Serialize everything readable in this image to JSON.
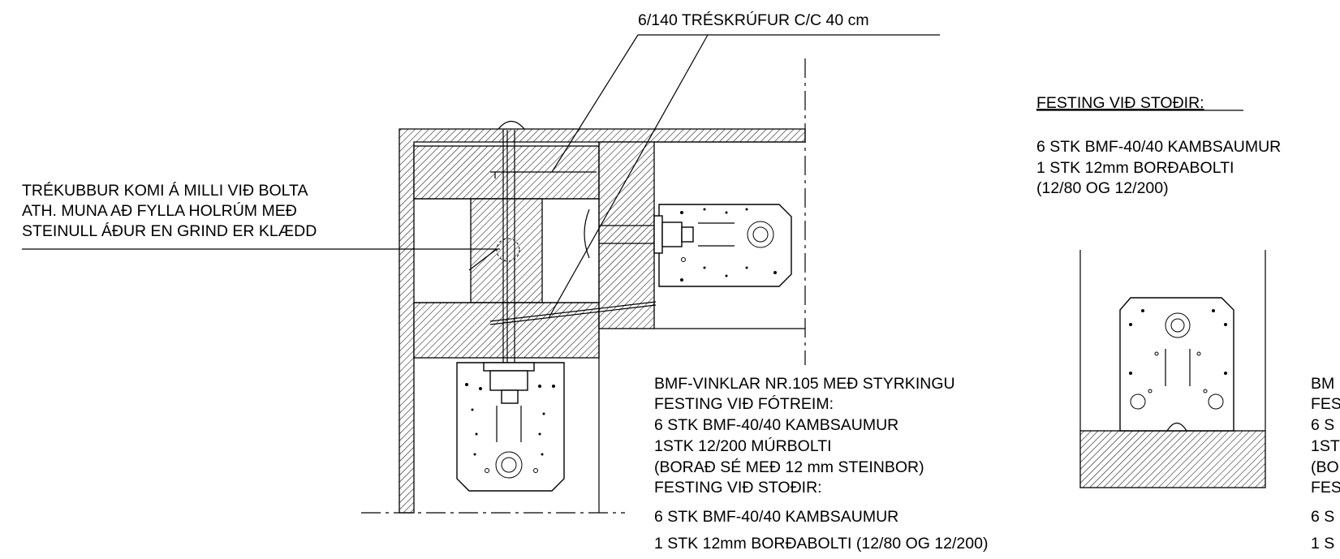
{
  "labels": {
    "screws": "6/140 TRÉSKRÚFUR C/C 40 cm",
    "block": [
      "TRÉKUBBUR KOMI Á MILLI VIÐ BOLTA",
      "ATH. MUNA AÐ FYLLA HOLRÚM MEÐ",
      "STEINULL ÁÐUR EN GRIND ER KLÆDD"
    ],
    "spec_main": [
      "BMF-VINKLAR NR.105 MEÐ STYRKINGU",
      "FESTING VIÐ FÓTREIM:",
      "6 STK BMF-40/40 KAMBSAUMUR",
      "1STK 12/200 MÚRBOLTI",
      "(BORAÐ SÉ MEÐ 12 mm STEINBOR)",
      "FESTING VIÐ STOÐIR:",
      "6 STK BMF-40/40 KAMBSAUMUR",
      "1 STK 12mm BORÐABOLTI (12/80 OG 12/200)"
    ],
    "spec_right_heading": "FESTING VIÐ STOÐIR:",
    "spec_right": [
      "6 STK BMF-40/40 KAMBSAUMUR",
      "1 STK 12mm BORÐABOLTI",
      "(12/80 OG 12/200)"
    ],
    "spec_cut": [
      "BM",
      "FES",
      "6 S",
      "1ST",
      "(BO",
      "FES",
      "6 S",
      "1 S"
    ]
  }
}
